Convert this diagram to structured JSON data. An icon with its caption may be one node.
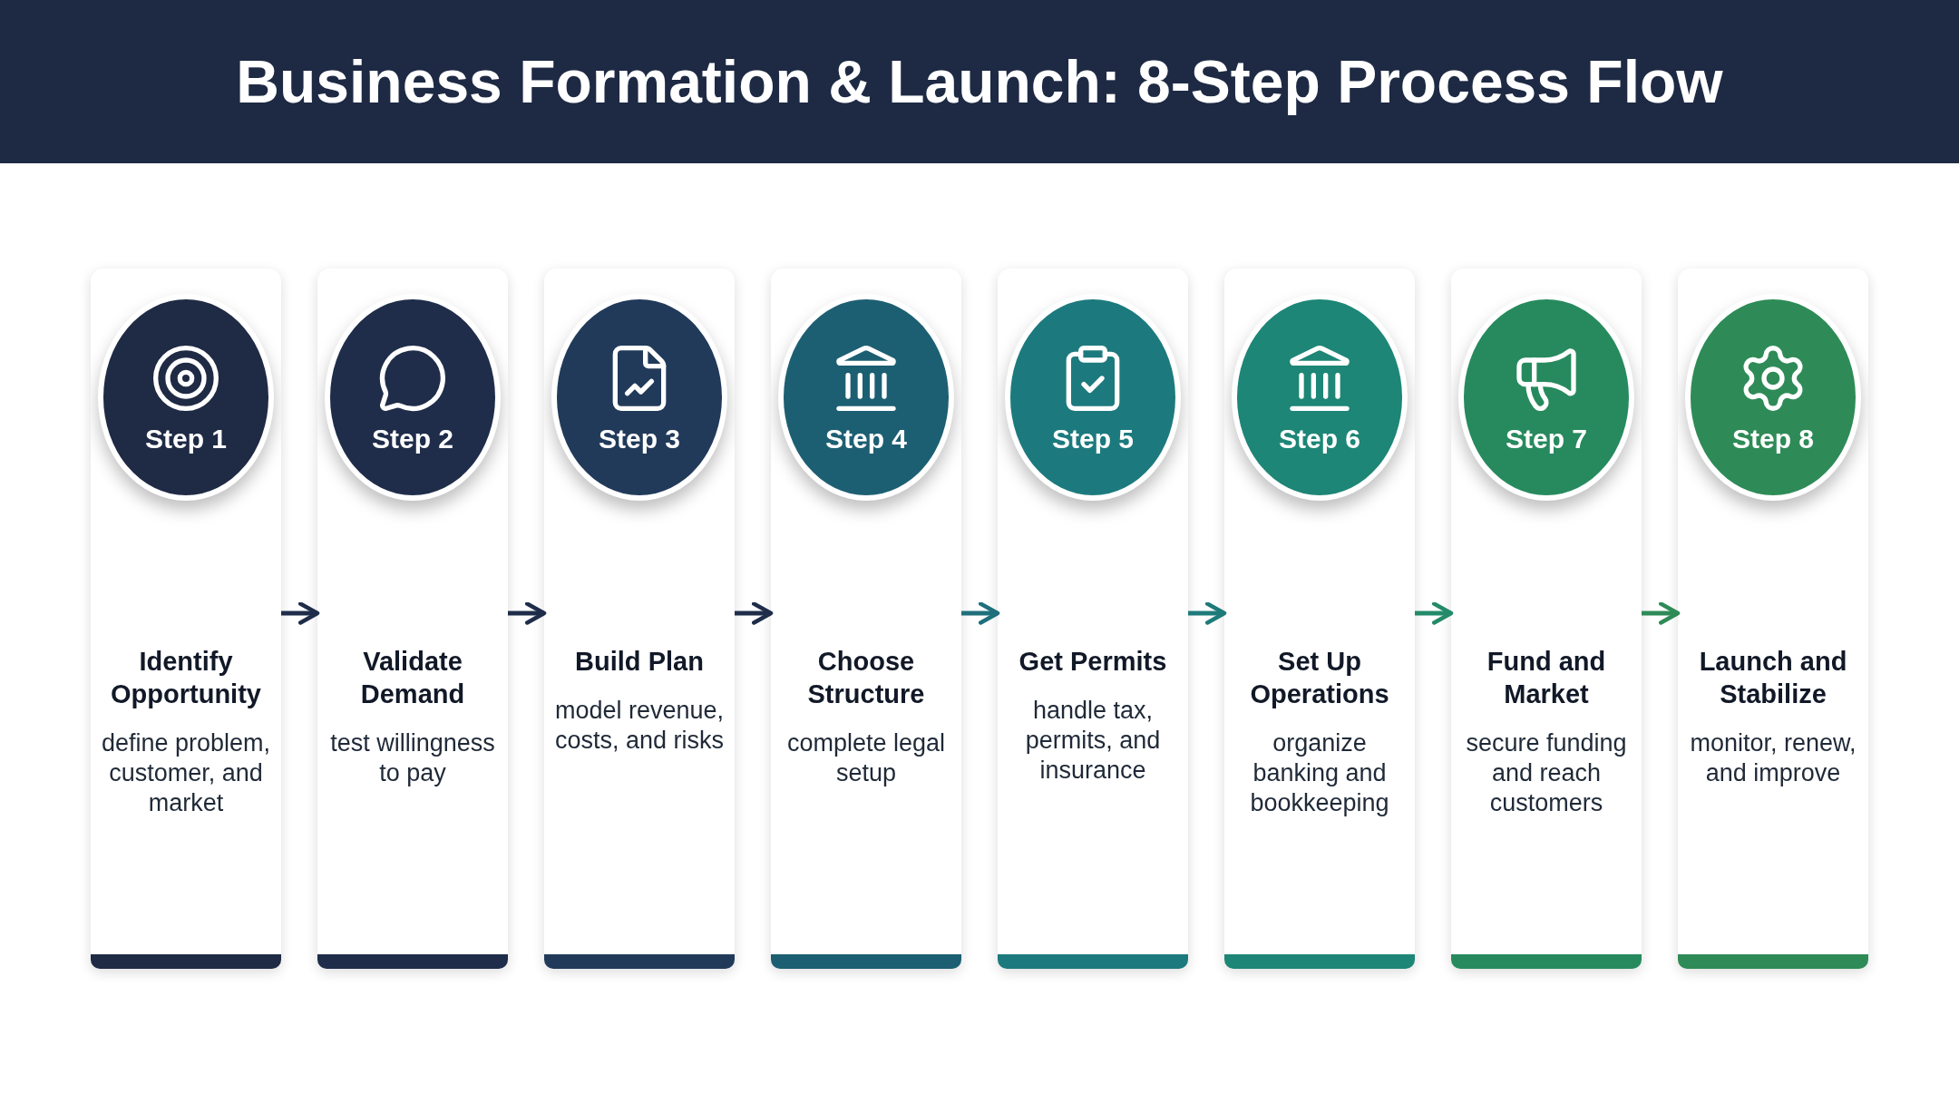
{
  "diagram": {
    "title": "Business Formation & Launch: 8-Step Process Flow",
    "nodes": [
      {
        "text": [
          "Identify Opportunity",
          "define problem, customer, and market"
        ]
      },
      {
        "text": [
          "Step 1"
        ],
        "in": 0
      },
      {
        "text": [
          "Validate Demand",
          "test willingness to pay"
        ]
      },
      {
        "text": [
          "Step 2"
        ],
        "in": 2
      },
      {
        "text": [
          "Build Plan",
          "model revenue, costs, and risks"
        ]
      },
      {
        "text": [
          "Step 3"
        ],
        "in": 4
      },
      {
        "text": [
          "Choose Structure",
          "complete legal setup"
        ]
      },
      {
        "text": [
          "Step 4"
        ],
        "in": 6
      },
      {
        "text": [
          "Get Permits",
          "handle tax, permits, and insurance"
        ]
      },
      {
        "text": [
          "Step 5"
        ],
        "in": 8
      },
      {
        "text": [
          "Set Up Operations",
          "organize banking and bookkeeping"
        ]
      },
      {
        "text": [
          "Step 6"
        ],
        "in": 10
      },
      {
        "text": [
          "Fund and Market",
          "secure funding and reach customers"
        ]
      },
      {
        "text": [
          "Step 7"
        ],
        "in": 12
      },
      {
        "text": [
          "Launch and Stabilize",
          "monitor, renew, and improve"
        ]
      },
      {
        "text": [
          "Step 8"
        ],
        "in": 14
      }
    ],
    "edges": [
      {
        "from": 0,
        "to": 2,
        "arrow": "to",
        "color": "#1f2d4a"
      },
      {
        "from": 2,
        "to": 4,
        "arrow": "to",
        "color": "#1f2d4a"
      },
      {
        "from": 4,
        "to": 6,
        "arrow": "to",
        "color": "#1f2d4a"
      },
      {
        "from": 6,
        "to": 8,
        "arrow": "to",
        "color": "#1f6f7c"
      },
      {
        "from": 8,
        "to": 10,
        "arrow": "to",
        "color": "#1f7a7a"
      },
      {
        "from": 10,
        "to": 12,
        "arrow": "to",
        "color": "#238a6a"
      },
      {
        "from": 12,
        "to": 14,
        "arrow": "to",
        "color": "#2e8b57"
      }
    ]
  }
}
